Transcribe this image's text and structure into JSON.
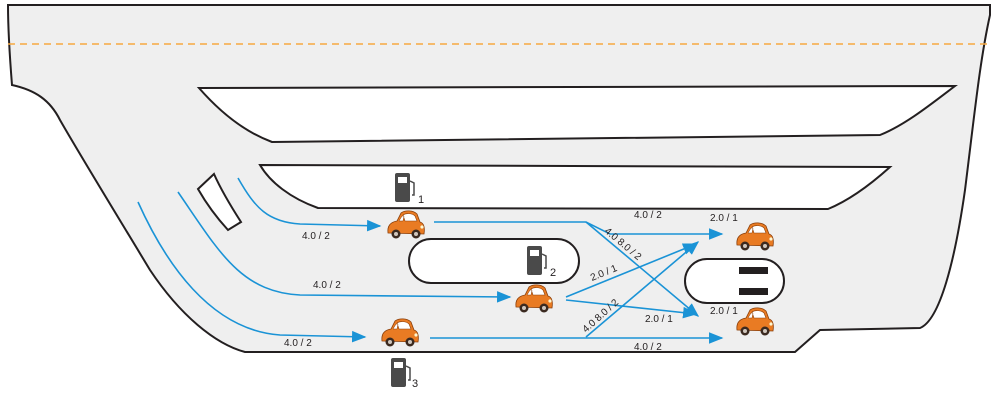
{
  "colors": {
    "road": "#efefef",
    "outline": "#231f20",
    "centerline": "#f7a941",
    "flow": "#1a93d6",
    "car_body": "#e97b23",
    "car_dark": "#b3520f",
    "pump": "#4a4a4a"
  },
  "pumps": [
    {
      "id": "pump-1",
      "number": "1",
      "icon": "fuel-pump-icon"
    },
    {
      "id": "pump-2",
      "number": "2",
      "icon": "fuel-pump-icon"
    },
    {
      "id": "pump-3",
      "number": "3",
      "icon": "fuel-pump-icon"
    }
  ],
  "cars": [
    {
      "id": "car-pump-1",
      "icon": "car-icon"
    },
    {
      "id": "car-pump-2",
      "icon": "car-icon"
    },
    {
      "id": "car-pump-3",
      "icon": "car-icon"
    },
    {
      "id": "car-exit-top",
      "icon": "car-icon"
    },
    {
      "id": "car-exit-bottom",
      "icon": "car-icon"
    }
  ],
  "flow_labels": {
    "entry_top": "4.0 / 2",
    "entry_middle": "4.0 / 2",
    "entry_bottom": "4.0 / 2",
    "top_straight": "4.0 / 2",
    "top_diagonal": "4.0 8.0 / 2",
    "middle_up": "2.0 / 1",
    "middle_down": "2.0 / 1",
    "bottom_diagonal": "4.0 8.0 / 2",
    "bottom_straight": "4.0 / 2",
    "exit_top": "2.0 / 1",
    "exit_bottom": "2.0 / 1"
  }
}
